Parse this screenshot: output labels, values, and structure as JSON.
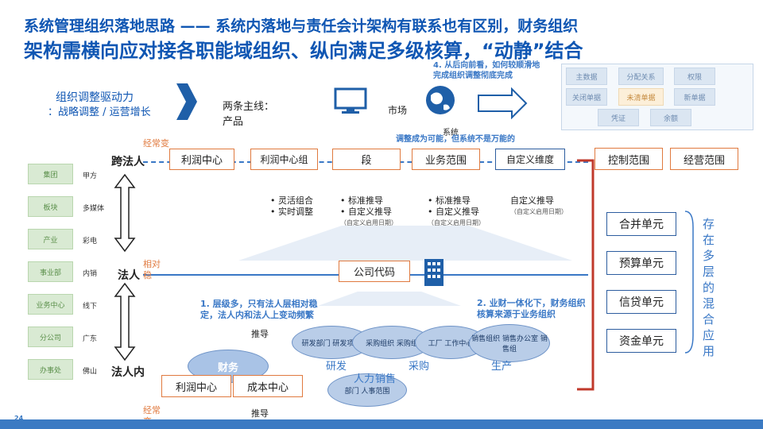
{
  "title": {
    "line1": "系统管理组织落地思路 —— 系统内落地与责任会计架构有联系也有区别，财务组织",
    "line2": "架构需横向应对接各职能域组织、纵向满足多级核算，“动静”结合"
  },
  "driver": {
    "label": "组织调整驱动力",
    "sub": "：战略调整 / 运营增长"
  },
  "mainlines": {
    "label": "两条主线：产品",
    "market": "市场",
    "system": "系统"
  },
  "note4": "4. 从后向前看，如何较顺滑地完成组织调整彻底完成",
  "note_sys": "调整成为可能，但系统不是万能的",
  "control_panel": [
    "主数据",
    "分配关系",
    "权限",
    "关闭单据",
    "未清单据",
    "新单据",
    "凭证",
    "余额"
  ],
  "row_top": {
    "label": "跨法人",
    "change": "经常变",
    "boxes": [
      "利润中心",
      "利润中心组",
      "段",
      "业务范围",
      "自定义维度"
    ],
    "right": [
      "控制范围",
      "经营范围"
    ]
  },
  "bullets": [
    [
      "灵活组合",
      "实时调整"
    ],
    [
      "标准推导",
      "自定义推导",
      "（自定义启用日期）"
    ],
    [
      "标准推导",
      "自定义推导",
      "（自定义启用日期）"
    ],
    [
      "自定义推导",
      "（自定义启用日期）"
    ]
  ],
  "org_levels": [
    {
      "name": "集团",
      "val": "甲方"
    },
    {
      "name": "板块",
      "val": "多媒体"
    },
    {
      "name": "产业",
      "val": "彩电"
    },
    {
      "name": "事业部",
      "val": "内销"
    },
    {
      "name": "业务中心",
      "val": "线下"
    },
    {
      "name": "分公司",
      "val": "广东"
    },
    {
      "name": "办事处",
      "val": "佛山"
    }
  ],
  "row_mid": {
    "label": "法人",
    "stable": "相对稳",
    "company": "公司代码"
  },
  "right_units": [
    "合并单元",
    "预算单元",
    "信贷单元",
    "资金单元"
  ],
  "vertical_note": "存在多层的混合应用",
  "note1": "1. 层级多，只有法人层相对稳定，法人内和法人上变动频繁",
  "note2": "2. 业财一体化下，财务组织核算来源于业务组织",
  "row_bottom": {
    "label": "法人内",
    "change": "经常变",
    "finance": "财务",
    "boxes": [
      "利润中心",
      "成本中心"
    ],
    "derive": "推导"
  },
  "ovals": [
    "研发部门 研发项目",
    "采购组织 采购组",
    "工厂 工作中心",
    "销售组织 销售办公室 销售组",
    "部门 人事范围"
  ],
  "oval_labels": [
    "研发",
    "采购",
    "生产",
    "人力",
    "销售"
  ],
  "page_number": "24"
}
